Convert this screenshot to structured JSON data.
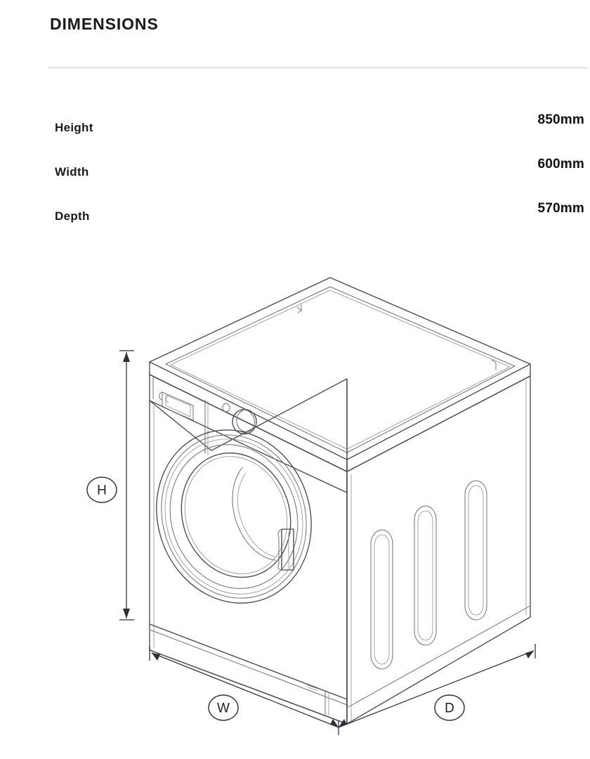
{
  "header": {
    "title": "DIMENSIONS"
  },
  "specs": {
    "rows": [
      {
        "label": "Height",
        "value": "850mm"
      },
      {
        "label": "Width",
        "value": "600mm"
      },
      {
        "label": "Depth",
        "value": "570mm"
      }
    ]
  },
  "drawing": {
    "caption": "washing-machine-isometric-line-drawing",
    "dimension_markers": [
      {
        "key": "H",
        "label": "H",
        "measures": "Height",
        "orientation": "vertical",
        "value": "850mm"
      },
      {
        "key": "W",
        "label": "W",
        "measures": "Width",
        "orientation": "front-edge",
        "value": "600mm"
      },
      {
        "key": "D",
        "label": "D",
        "measures": "Depth",
        "orientation": "side-edge",
        "value": "570mm"
      }
    ],
    "product_features": [
      "control-panel-display",
      "indicator-light",
      "program-selector-knob",
      "porthole-door",
      "door-handle",
      "side-vent-slot",
      "base-plinth"
    ]
  },
  "colors": {
    "title": "#1a1a1a",
    "label": "#1b1b1b",
    "value": "#111111",
    "divider": "#c9c9c9",
    "line_art": "#4a4a52",
    "dimension_line": "#2f2f36",
    "background": "#ffffff"
  }
}
